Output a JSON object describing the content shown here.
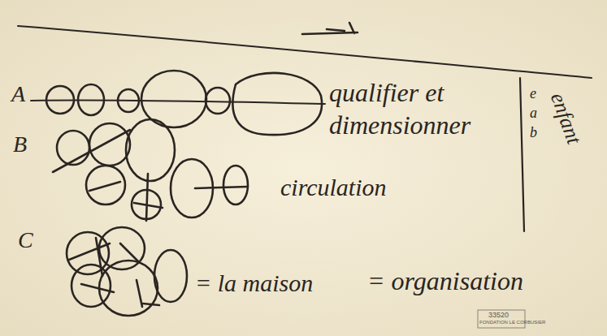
{
  "diagram": {
    "labels": [
      "A",
      "B",
      "C",
      "qualifier et dimensionner",
      "circulation",
      "= la maison",
      "= organisation",
      "e",
      "a",
      "b",
      "enfant",
      "33520",
      "FONDATION LE CORBUSIER"
    ]
  }
}
